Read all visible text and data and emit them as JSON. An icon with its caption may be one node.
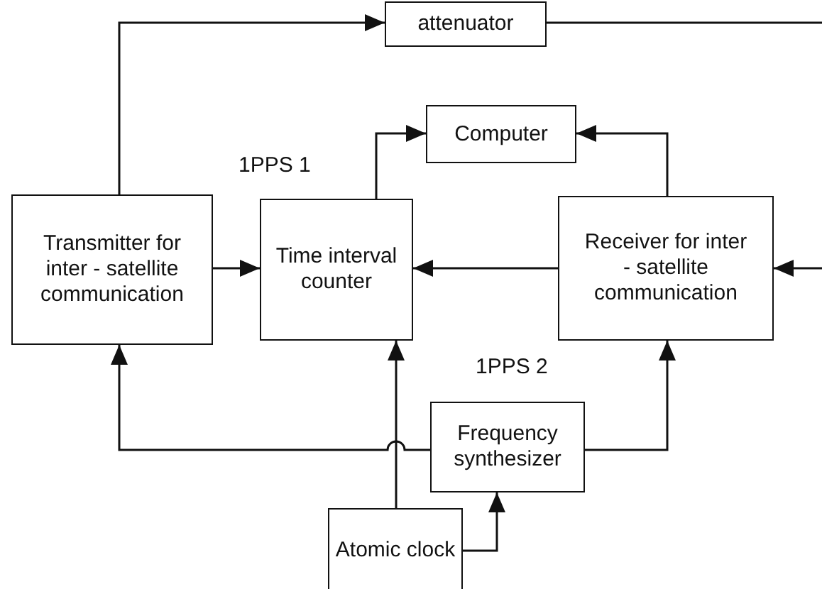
{
  "diagram": {
    "nodes": [
      {
        "text": [
          "attenuator"
        ]
      },
      {
        "text": [
          "Computer"
        ]
      },
      {
        "text": [
          "Transmitter for inter - satellite communication"
        ]
      },
      {
        "text": [
          "Time interval counter"
        ]
      },
      {
        "text": [
          "Receiver for inter - satellite communication"
        ]
      },
      {
        "text": [
          "Frequency synthesizer"
        ]
      },
      {
        "text": [
          "Atomic clock"
        ]
      }
    ],
    "edges": [
      {
        "from": 2,
        "to": 0,
        "arrow": "to"
      },
      {
        "from": 0,
        "to": null,
        "arrow": "none"
      },
      {
        "from": null,
        "to": 4,
        "arrow": "to"
      },
      {
        "from": 3,
        "to": 1,
        "arrow": "to"
      },
      {
        "from": 4,
        "to": 1,
        "arrow": "to"
      },
      {
        "from": 2,
        "to": 3,
        "arrow": "to"
      },
      {
        "from": 4,
        "to": 3,
        "arrow": "to"
      },
      {
        "from": 5,
        "to": 2,
        "arrow": "to"
      },
      {
        "from": 5,
        "to": 4,
        "arrow": "to"
      },
      {
        "from": 6,
        "to": 3,
        "arrow": "to"
      },
      {
        "from": 6,
        "to": 5,
        "arrow": "to"
      }
    ],
    "labels": [
      "1PPS 1",
      "1PPS 2"
    ]
  }
}
